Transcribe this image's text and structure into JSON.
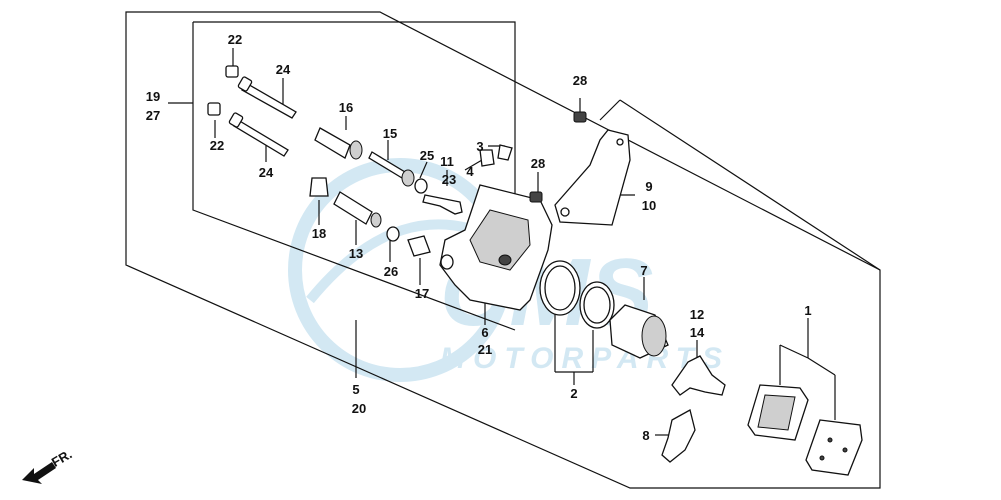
{
  "watermark": {
    "brand": "CMS",
    "sub": "MOTORPARTS",
    "color": "#d3e8f3"
  },
  "direction_label": "FR.",
  "callouts": {
    "c1": "1",
    "c2": "2",
    "c3": "3",
    "c4": "4",
    "c5": "5",
    "c6": "6",
    "c7": "7",
    "c8": "8",
    "c9": "9",
    "c10": "10",
    "c11": "11",
    "c12": "12",
    "c13": "13",
    "c14": "14",
    "c15": "15",
    "c16": "16",
    "c17": "17",
    "c18": "18",
    "c19": "19",
    "c20": "20",
    "c21": "21",
    "c22a": "22",
    "c22b": "22",
    "c23": "23",
    "c24a": "24",
    "c24b": "24",
    "c25": "25",
    "c26": "26",
    "c27": "27",
    "c28a": "28",
    "c28b": "28"
  }
}
